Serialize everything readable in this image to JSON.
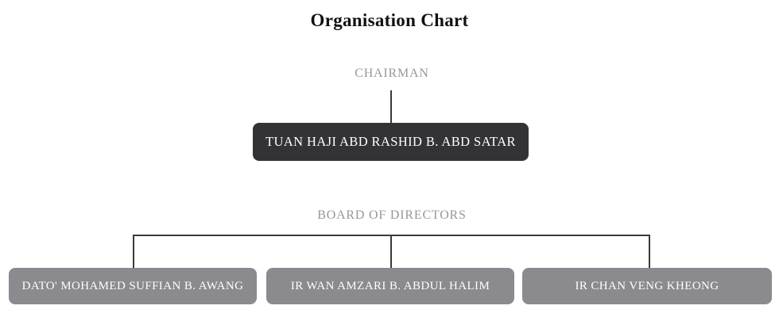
{
  "title": "Organisation Chart",
  "chart": {
    "chairman": {
      "label": "CHAIRMAN",
      "name": "TUAN HAJI ABD RASHID B. ABD SATAR"
    },
    "board": {
      "label": "BOARD OF DIRECTORS",
      "members": [
        "DATO' MOHAMED SUFFIAN B. AWANG",
        "IR WAN AMZARI B. ABDUL HALIM",
        "IR CHAN VENG KHEONG"
      ]
    }
  },
  "colors": {
    "title_text": "#111111",
    "label_text": "#97979b",
    "chairman_box_bg": "#333337",
    "member_box_bg": "#8a8a8f",
    "box_text": "#ffffff",
    "connector": "#3a3a3a"
  }
}
